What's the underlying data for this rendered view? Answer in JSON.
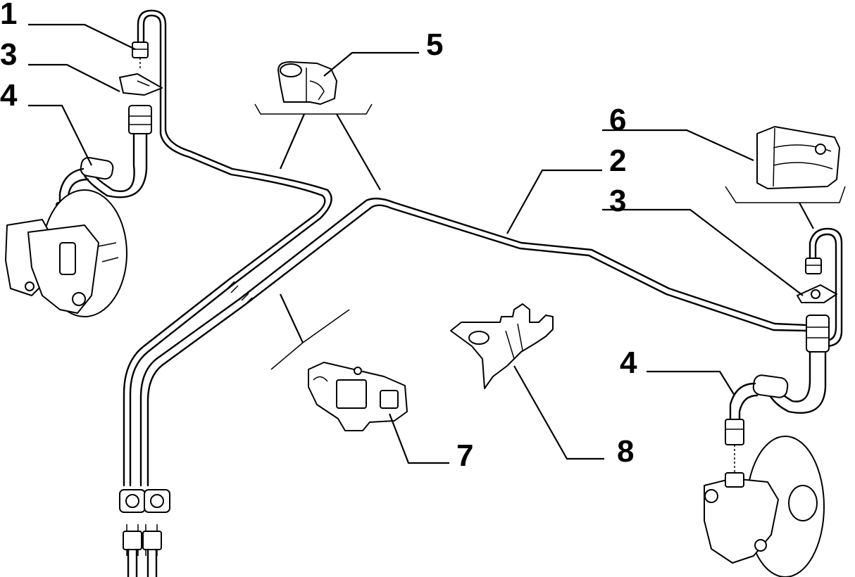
{
  "diagram": {
    "callouts": {
      "c1": "1",
      "c3_top": "3",
      "c4_left": "4",
      "c5": "5",
      "c6": "6",
      "c2": "2",
      "c3_right": "3",
      "c4_right": "4",
      "c7": "7",
      "c8": "8"
    }
  }
}
